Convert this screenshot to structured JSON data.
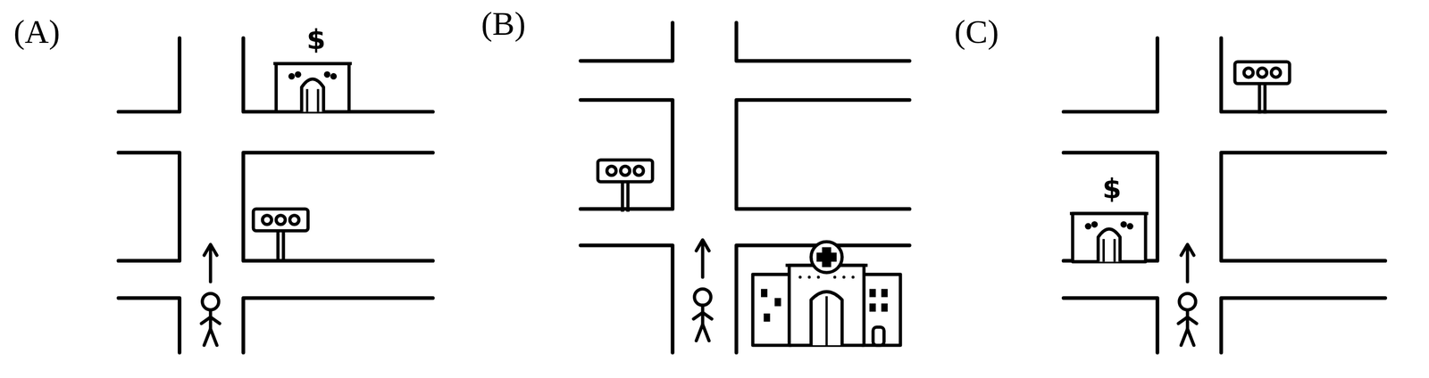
{
  "diagram": {
    "labels": [
      "(A)",
      "(B)",
      "(C)",
      "$",
      "$"
    ]
  }
}
